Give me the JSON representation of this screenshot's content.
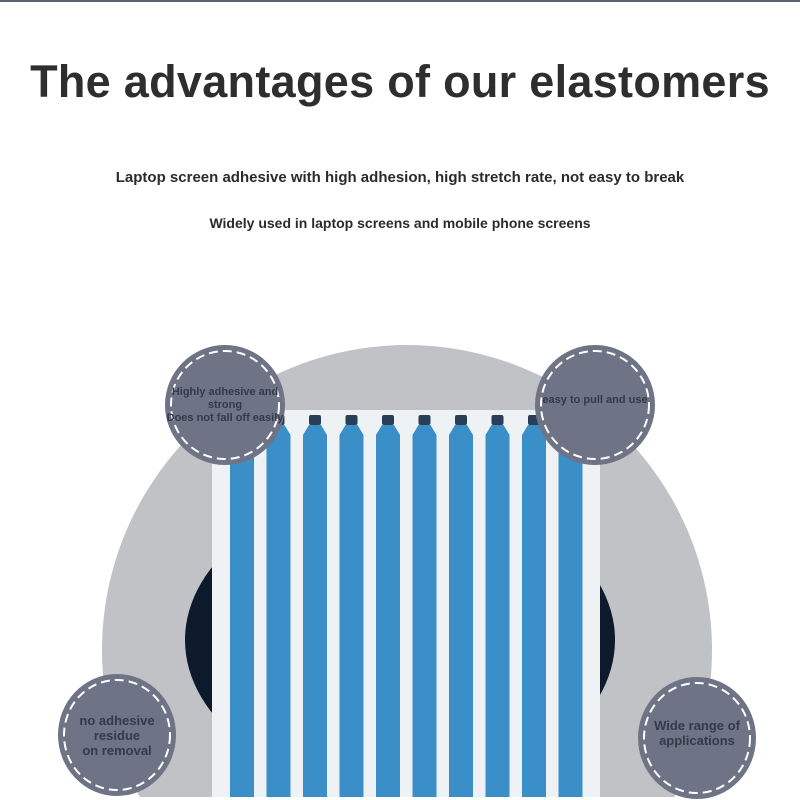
{
  "title": "The advantages of our elastomers",
  "subtitle": "Laptop screen adhesive with high adhesion, high stretch rate, not easy to break",
  "subtitle2": "Widely used in laptop screens and mobile phone screens",
  "colors": {
    "arch": "#c1c2c6",
    "dark": "#0c1a2b",
    "panel": "#eef2f5",
    "bar": "#3a8fc9",
    "cap": "#2a3f55",
    "badge": "#6e7385"
  },
  "illustration": {
    "bar_count": 10
  },
  "badges": [
    {
      "line1": "Highly adhesive and strong",
      "line2": "Does not fall off easily"
    },
    {
      "line1": "easy to pull and use",
      "line2": ""
    },
    {
      "line1": "no adhesive residue",
      "line2": "on removal"
    },
    {
      "line1": "Wide range of",
      "line2": "applications"
    }
  ]
}
